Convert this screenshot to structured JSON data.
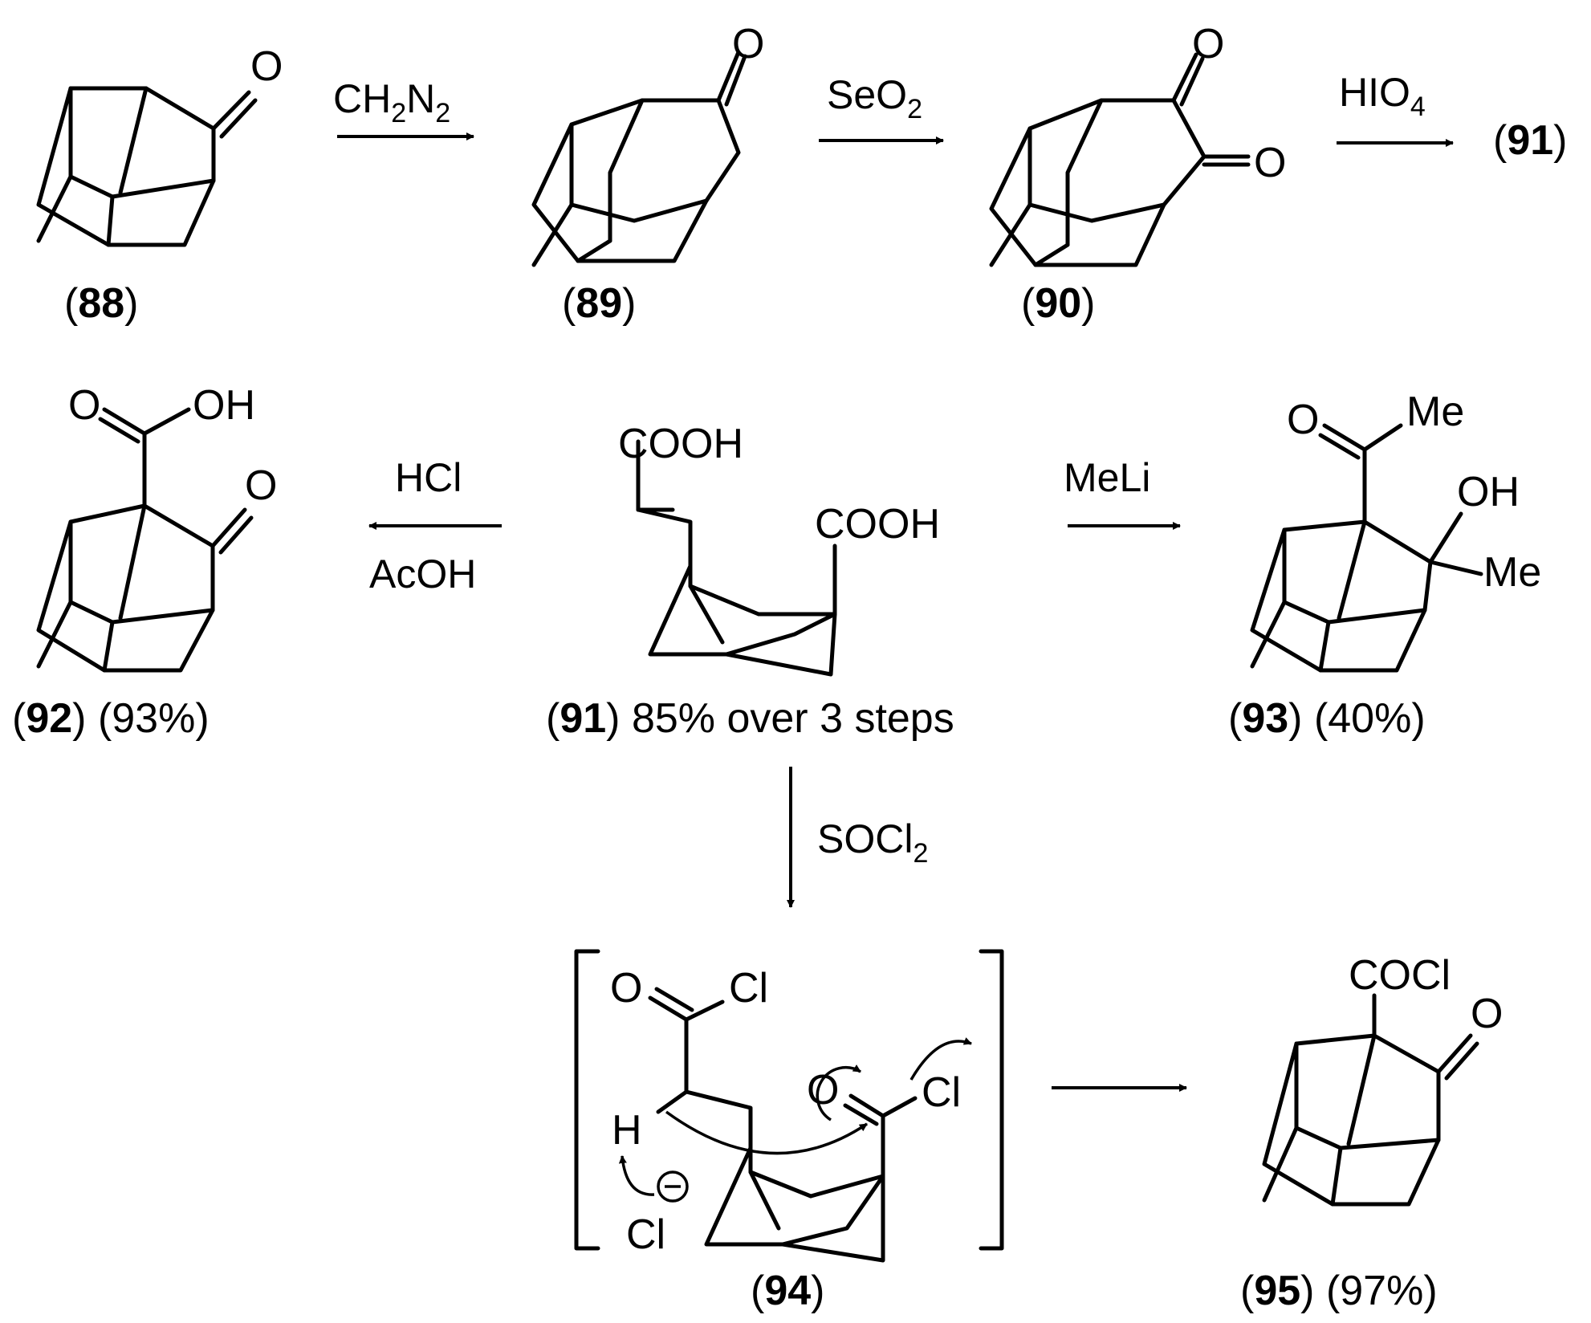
{
  "compounds": {
    "c88": {
      "num": "88",
      "open": "(",
      "close": ")"
    },
    "c89": {
      "num": "89",
      "open": "(",
      "close": ")"
    },
    "c90": {
      "num": "90",
      "open": "(",
      "close": ")"
    },
    "c91_ref": {
      "num": "91",
      "open": "(",
      "close": ")"
    },
    "c91": {
      "num": "91",
      "open": "(",
      "close": ")",
      "suffix": " 85% over 3 steps"
    },
    "c92": {
      "num": "92",
      "open": "(",
      "close": ")",
      "suffix": " (93%)"
    },
    "c93": {
      "num": "93",
      "open": "(",
      "close": ")",
      "suffix": " (40%)"
    },
    "c94": {
      "num": "94",
      "open": "(",
      "close": ")"
    },
    "c95": {
      "num": "95",
      "open": "(",
      "close": ")",
      "suffix": " (97%)"
    }
  },
  "reagents": {
    "step1": {
      "main": "CH",
      "sub1": "2",
      "mid": "N",
      "sub2": "2"
    },
    "step2": {
      "main": "SeO",
      "sub": "2"
    },
    "step3": {
      "main": "HIO",
      "sub": "4"
    },
    "step4_top": "HCl",
    "step4_bottom": "AcOH",
    "step5": "MeLi",
    "step6": {
      "main": "SOCl",
      "sub": "2"
    }
  },
  "atoms": {
    "O": "O",
    "OH": "OH",
    "COOH": "COOH",
    "Me": "Me",
    "Cl": "Cl",
    "H": "H",
    "COCl": "COCl",
    "minus": "−"
  }
}
